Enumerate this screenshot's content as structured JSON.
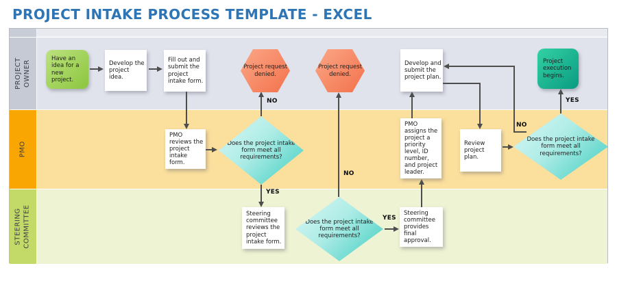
{
  "title": "PROJECT INTAKE PROCESS TEMPLATE - EXCEL",
  "lanes": [
    {
      "label": "PROJECT OWNER"
    },
    {
      "label": "PMO"
    },
    {
      "label": "STEERING COMMITTEE"
    }
  ],
  "nodes": [
    {
      "id": "start",
      "type": "start",
      "text": "Have an idea for a new project."
    },
    {
      "id": "develop-idea",
      "type": "process",
      "text": "Develop the project idea."
    },
    {
      "id": "fill-intake-form",
      "type": "process",
      "text": "Fill out and submit the project intake form."
    },
    {
      "id": "denied-1",
      "type": "terminator",
      "text": "Project request denied."
    },
    {
      "id": "denied-2",
      "type": "terminator",
      "text": "Project request denied."
    },
    {
      "id": "develop-submit-plan",
      "type": "process",
      "text": "Develop and submit the project plan."
    },
    {
      "id": "execution-begins",
      "type": "end",
      "text": "Project execution begins."
    },
    {
      "id": "pmo-reviews",
      "type": "process",
      "text": "PMO reviews the project intake form."
    },
    {
      "id": "decision-pmo",
      "type": "decision",
      "text": "Does the project intake form meet all requirements?"
    },
    {
      "id": "pmo-assigns",
      "type": "process",
      "text": "PMO assigns the project a priority level, ID number, and project leader."
    },
    {
      "id": "review-plan",
      "type": "process",
      "text": "Review project plan."
    },
    {
      "id": "decision-plan",
      "type": "decision",
      "text": "Does the project intake form meet all requirements?"
    },
    {
      "id": "steering-reviews",
      "type": "process",
      "text": "Steering committee reviews the project intake form."
    },
    {
      "id": "decision-steering",
      "type": "decision",
      "text": "Does the project intake form meet all requirements?"
    },
    {
      "id": "steering-approval",
      "type": "process",
      "text": "Steering committee provides final approval."
    }
  ],
  "edge_labels": [
    {
      "text": "NO"
    },
    {
      "text": "YES"
    },
    {
      "text": "NO"
    },
    {
      "text": "YES"
    },
    {
      "text": "NO"
    },
    {
      "text": "YES"
    }
  ],
  "colors": {
    "accent": "#2E75B6",
    "connector": "#4d4d4d",
    "lane1-label": "#c5cad5",
    "lane1-bg": "#e0e3ec",
    "lane2-label": "#f9a602",
    "lane2-bg": "#fbdf9d",
    "lane3-label": "#c4da68",
    "lane3-bg": "#eef3d3",
    "green1": "#bce27f",
    "green2": "#8cc63e",
    "teal1": "#33d1a4",
    "teal2": "#0a9b81",
    "hex1": "#fba787",
    "hex2": "#f3714b",
    "cyan1": "#d9f7f5",
    "cyan2": "#3ecdc0"
  }
}
